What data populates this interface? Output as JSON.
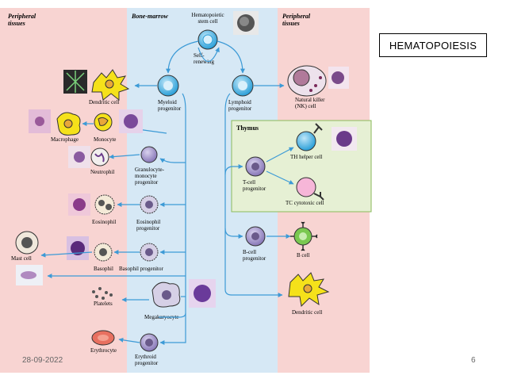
{
  "title": "HEMATOPOIESIS",
  "footer": {
    "date": "28-09-2022",
    "page": "6"
  },
  "colors": {
    "peripheral_bg": "#f8d4d2",
    "marrow_bg": "#d6e8f5",
    "thymus_bg": "#e6f0d4",
    "arrow": "#3c9ad6",
    "cell_blue": "#2a9fd8",
    "cell_purple": "#8878b8",
    "dendritic_yellow": "#f5e11a"
  },
  "regions": {
    "left": "Peripheral tissues",
    "center": "Bone-marrow",
    "right": "Peripheral tissues",
    "thymus": "Thymus"
  },
  "labels": {
    "hsc": "Hematopoietic stem cell",
    "self_renewing": "Self-renewing",
    "myeloid": "Myeloid progenitor",
    "lymphoid": "Lymphoid progenitor",
    "nk": "Natural killer (NK) cell",
    "dendritic_left": "Dendritic cell",
    "macrophage": "Macrophage",
    "monocyte": "Monocyte",
    "gm_prog": "Granulocyte-monocyte progenitor",
    "neutrophil": "Neutrophil",
    "eosinophil": "Eosinophil",
    "eos_prog": "Eosinophil progenitor",
    "mast": "Mast cell",
    "basophil": "Basophil",
    "baso_prog": "Basophil progenitor",
    "platelets": "Platelets",
    "megakaryocyte": "Megakaryocyte",
    "erythrocyte": "Erythrocyte",
    "ery_prog": "Erythroid progenitor",
    "tcell_prog": "T-cell progenitor",
    "th": "TH helper cell",
    "tc": "TC cytotoxic cell",
    "bcell_prog": "B-cell progenitor",
    "bcell": "B cell",
    "dendritic_right": "Dendritic cell"
  }
}
